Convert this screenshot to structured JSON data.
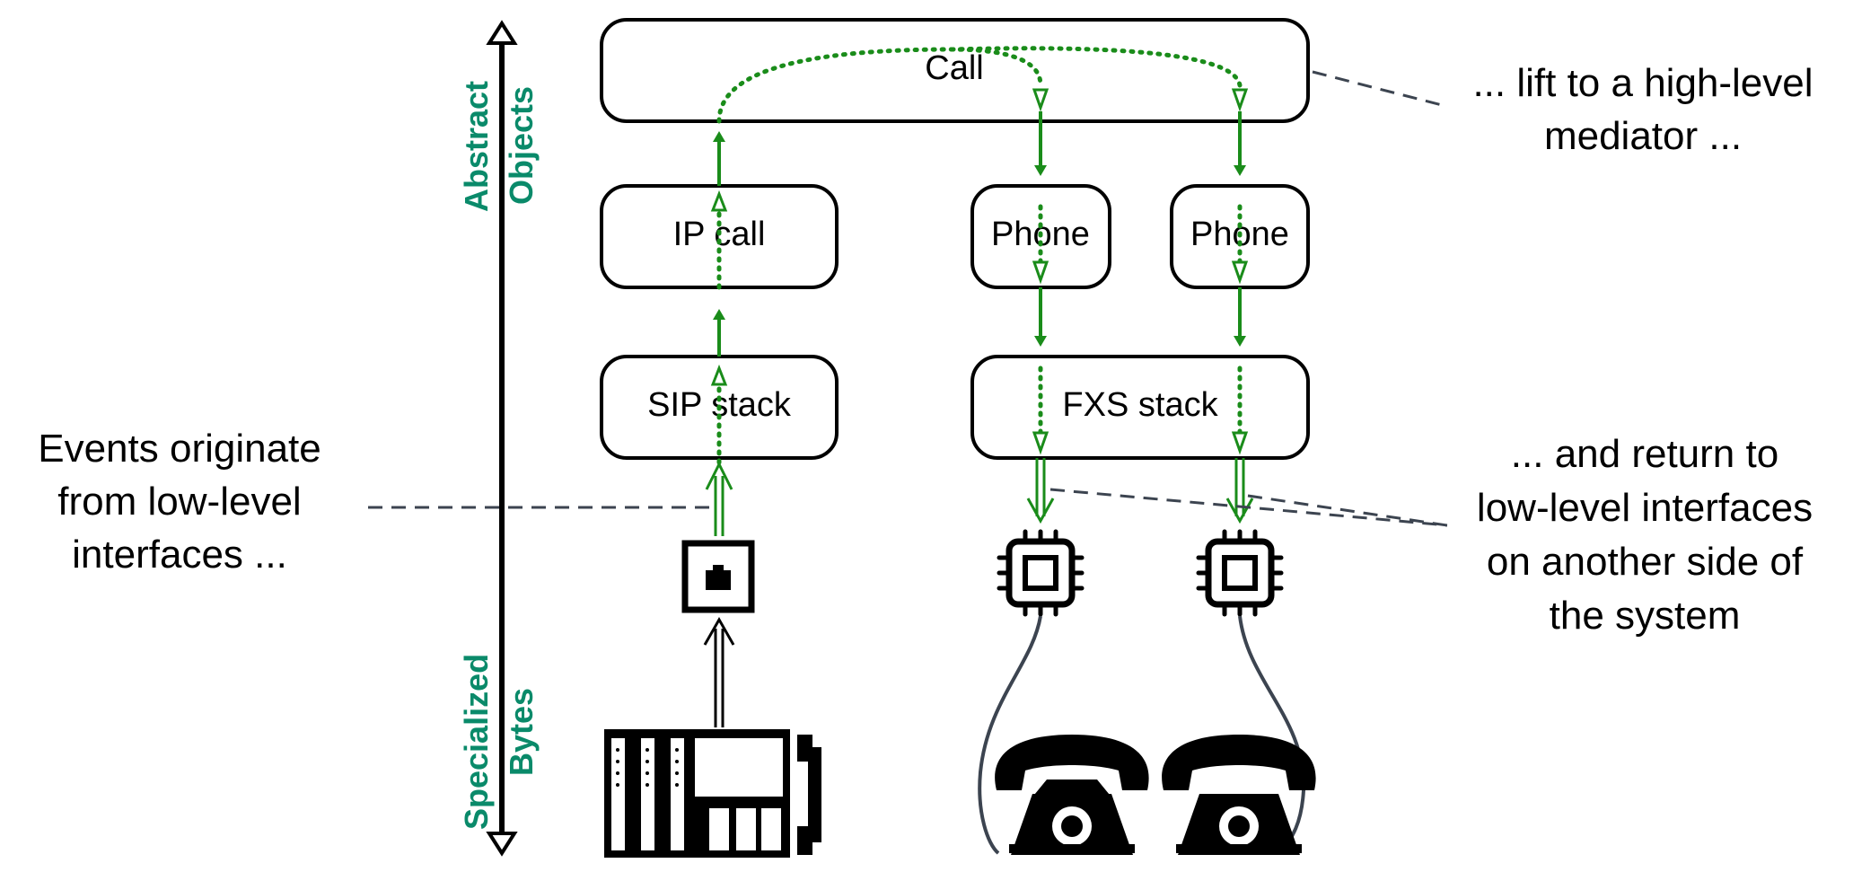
{
  "axis": {
    "top_label_1": "Abstract",
    "top_label_2": "Objects",
    "bottom_label_1": "Specialized",
    "bottom_label_2": "Bytes"
  },
  "boxes": {
    "call": "Call",
    "ip_call": "IP call",
    "phone_1": "Phone",
    "phone_2": "Phone",
    "sip_stack": "SIP stack",
    "fxs_stack": "FXS stack"
  },
  "annotations": {
    "left": [
      "Events originate",
      "from low-level",
      "interfaces ..."
    ],
    "top_right": [
      "... lift to a high-level",
      "mediator ..."
    ],
    "bottom_right": [
      "... and return to",
      "low-level interfaces",
      "on another side of",
      "the system"
    ]
  },
  "colors": {
    "axis_text": "#0a8a6a",
    "flow": "#1a8c1a",
    "leader": "#3c4450"
  },
  "icons": [
    "ethernet-port-icon",
    "pbx-icon",
    "chip-icon",
    "telephone-icon"
  ]
}
